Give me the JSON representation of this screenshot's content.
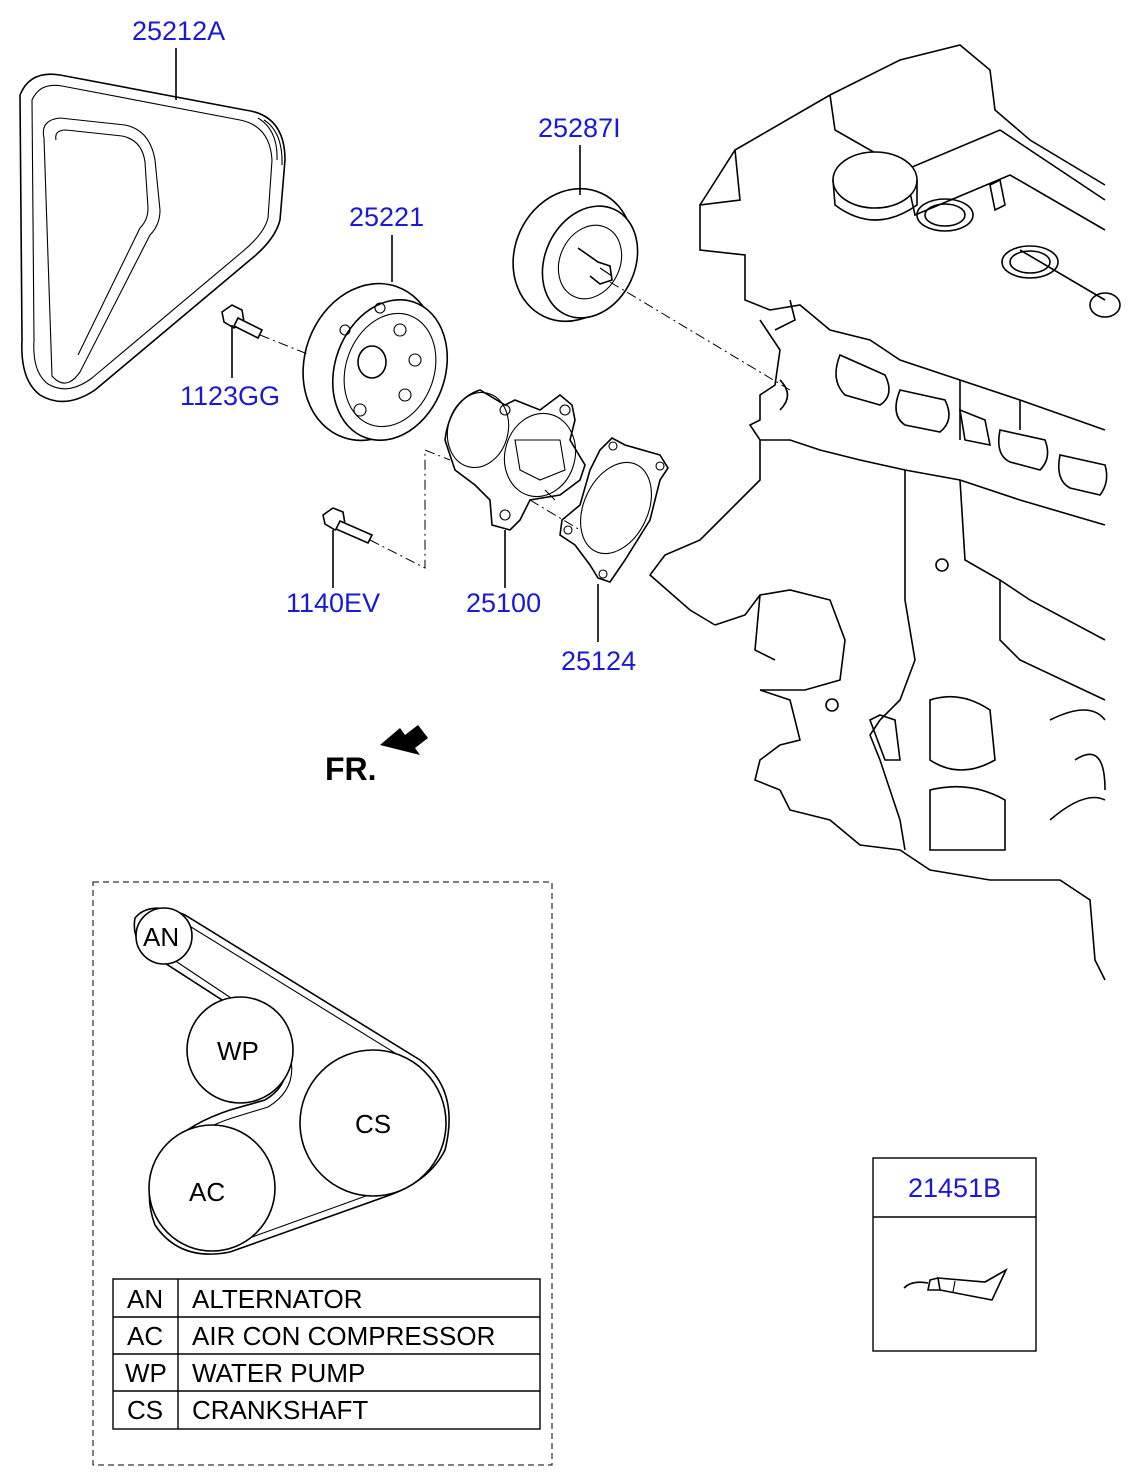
{
  "part_labels": {
    "belt": "25212A",
    "tensioner_pulley": "25287I",
    "pump_pulley": "25221",
    "pulley_bolt": "1123GG",
    "pump_bolt": "1140EV",
    "water_pump": "25100",
    "gasket": "25124",
    "sealant": "21451B"
  },
  "front_indicator": "FR.",
  "belt_routing": {
    "pulleys": [
      "AN",
      "WP",
      "CS",
      "AC"
    ],
    "legend": [
      {
        "code": "AN",
        "name": "ALTERNATOR"
      },
      {
        "code": "AC",
        "name": "AIR CON COMPRESSOR"
      },
      {
        "code": "WP",
        "name": "WATER PUMP"
      },
      {
        "code": "CS",
        "name": "CRANKSHAFT"
      }
    ]
  }
}
